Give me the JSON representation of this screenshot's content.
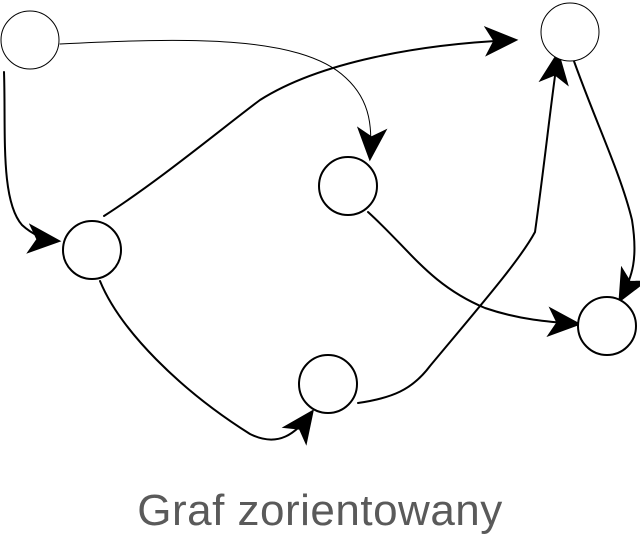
{
  "caption": "Graf zorientowany",
  "colors": {
    "background": "#ffffff",
    "stroke": "#000000",
    "caption": "#5a5a5a"
  },
  "nodes": [
    {
      "id": "n1",
      "name": "node-top-left"
    },
    {
      "id": "n2",
      "name": "node-top-right"
    },
    {
      "id": "n3",
      "name": "node-middle"
    },
    {
      "id": "n4",
      "name": "node-left"
    },
    {
      "id": "n5",
      "name": "node-right"
    },
    {
      "id": "n6",
      "name": "node-bottom"
    }
  ],
  "edges": [
    {
      "from": "n1",
      "to": "n3"
    },
    {
      "from": "n1",
      "to": "n4"
    },
    {
      "from": "n4",
      "to": "n2"
    },
    {
      "from": "n4",
      "to": "n6"
    },
    {
      "from": "n3",
      "to": "n5"
    },
    {
      "from": "n6",
      "to": "n2"
    },
    {
      "from": "n2",
      "to": "n5"
    }
  ]
}
